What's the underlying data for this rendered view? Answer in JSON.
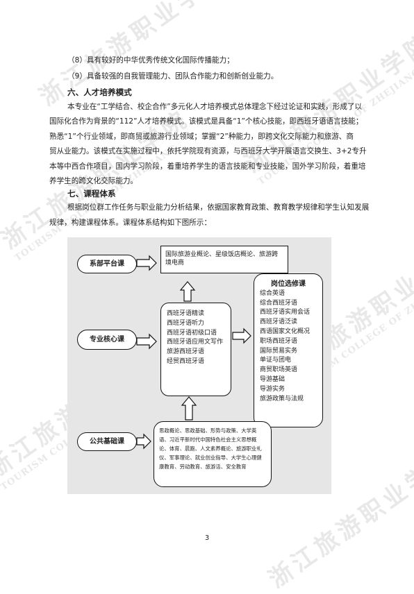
{
  "watermark": {
    "cn": "浙江旅游职业学院",
    "en": "TOURISM COLLEGE OF ZHEJIANG"
  },
  "body": {
    "item8": "（8）具有较好的中华优秀传统文化国际传播能力；",
    "item9": "（9）具备较强的自我管理能力、团队合作能力和创新创业能力。",
    "section6_title": "六、人才培养模式",
    "section6_lines": [
      "本专业在“工学结合、校企合作”多元化人才培养模式总体理念下经过论证和实践，形成了以",
      "国际化合作为背景的“112”人才培养模式。该模式是具备“1”个核心技能，即西班牙语语言技能；",
      "熟悉“1”个行业领域，即商贸或旅游行业领域；掌握“2”种能力，即跨文化交际能力和旅游、商",
      "贸从业能力。该模式在实施过程中，依托学院现有资源，与西班牙大学开展语言交换生、3+2专升",
      "本等中西合作项目，国内学习阶段，着重培养学生的语言技能和专业技能，国外学习阶段，着重培",
      "养学生的跨文化交际能力。"
    ],
    "section7_title": "七、课程体系",
    "section7_lines": [
      "根据岗位群工作任务与职业能力分析结果，依据国家教育政策、教育教学规律和学生认知发展",
      "规律，构建课程体系。课程体系结构如下图所示："
    ]
  },
  "diagram": {
    "platform_label": "系部平台课",
    "platform_courses": "国际旅游业概论、星级饭店概论、旅游跨境电商",
    "core_label": "专业核心课",
    "core_courses": [
      "西班牙语精读",
      "西班牙语听力",
      "西班牙语初级口语",
      "西班牙语应用文写作",
      "旅游西班牙语",
      "经贸西班牙语"
    ],
    "elective_title": "岗位选修课",
    "elective_courses": [
      "综合英语",
      "综合西班牙语",
      "西班牙语实用会话",
      "西班牙语泛读",
      "西语国家文化概况",
      "职场西班牙语",
      "国际贸易实务",
      "单证与团电",
      "商贸职场英语",
      "导游基础",
      "导游实务",
      "旅游政策与法规"
    ],
    "public_label": "公共基础课",
    "public_courses": "思政概论、思政基础、形势与政策、大学英语、习近平新时代中国特色社会主义思想概论、体育、晨跑、人文素养概论、旅游职业礼仪、军事理论、就业创业指导、大学生心理健康教育、劳动教育、旅游活、安全教育"
  },
  "page_number": "3"
}
